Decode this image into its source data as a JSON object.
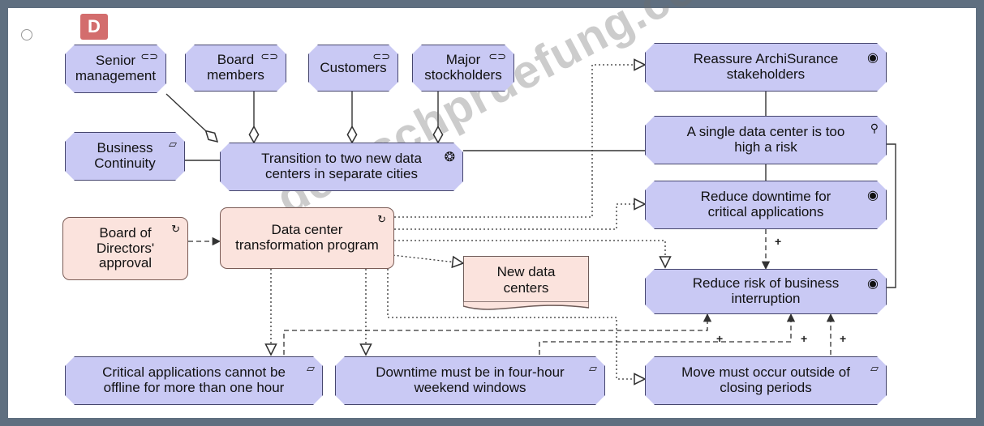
{
  "logo_letter": "D",
  "watermark": "deutschpruefung.com",
  "nodes": {
    "senior_management": "Senior\nmanagement",
    "board_members": "Board\nmembers",
    "customers": "Customers",
    "major_stockholders": "Major\nstockholders",
    "business_continuity": "Business\nContinuity",
    "transition": "Transition to two new data\ncenters in separate cities",
    "board_approval": "Board of\nDirectors'\napproval",
    "program": "Data center\ntransformation program",
    "new_data_centers": "New data\ncenters",
    "reassure": "Reassure ArchiSurance\nstakeholders",
    "single_dc": "A single data center is too\nhigh a risk",
    "reduce_downtime": "Reduce downtime for\ncritical applications",
    "reduce_risk": "Reduce risk of business\ninterruption",
    "critical_apps": "Critical applications cannot be\noffline for more than one hour",
    "downtime_window": "Downtime must be in four-hour\nweekend windows",
    "move_outside": "Move must occur outside of\nclosing periods"
  },
  "plus_labels": [
    "+",
    "+",
    "+",
    "+"
  ],
  "icons": {
    "stakeholder": "stakeholder-icon",
    "driver": "driver-icon",
    "goal": "goal-icon",
    "assessment": "assessment-icon",
    "principle": "principle-icon",
    "constraint": "constraint-icon",
    "work_package": "work-package-icon",
    "deliverable": "deliverable-icon"
  }
}
